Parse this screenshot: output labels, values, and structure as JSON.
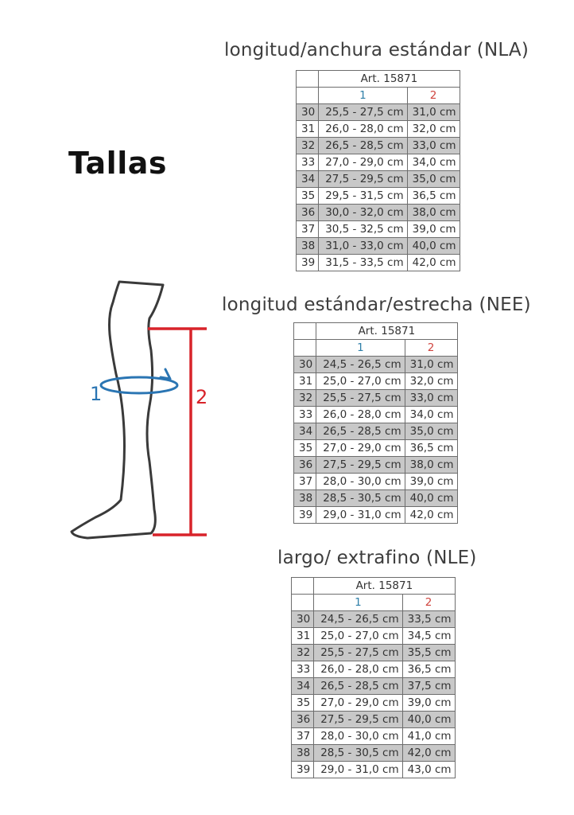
{
  "page_title": "Tallas",
  "diagram": {
    "label_1": "1",
    "label_2": "2",
    "colors": {
      "circumference": "#2a75b3",
      "length": "#d8232a",
      "outline": "#3a3a3a"
    }
  },
  "tables": [
    {
      "title": "longitud/anchura estándar (NLA)",
      "article": "Art. 15871",
      "col1_header": "1",
      "col2_header": "2",
      "rows": [
        {
          "size": "30",
          "c1": "25,5 - 27,5 cm",
          "c2": "31,0 cm"
        },
        {
          "size": "31",
          "c1": "26,0 - 28,0 cm",
          "c2": "32,0 cm"
        },
        {
          "size": "32",
          "c1": "26,5 - 28,5 cm",
          "c2": "33,0 cm"
        },
        {
          "size": "33",
          "c1": "27,0 - 29,0 cm",
          "c2": "34,0 cm"
        },
        {
          "size": "34",
          "c1": "27,5 - 29,5 cm",
          "c2": "35,0 cm"
        },
        {
          "size": "35",
          "c1": "29,5 - 31,5 cm",
          "c2": "36,5 cm"
        },
        {
          "size": "36",
          "c1": "30,0 - 32,0 cm",
          "c2": "38,0 cm"
        },
        {
          "size": "37",
          "c1": "30,5 - 32,5 cm",
          "c2": "39,0 cm"
        },
        {
          "size": "38",
          "c1": "31,0 - 33,0 cm",
          "c2": "40,0 cm"
        },
        {
          "size": "39",
          "c1": "31,5 - 33,5 cm",
          "c2": "42,0 cm"
        }
      ]
    },
    {
      "title": "longitud estándar/estrecha (NEE)",
      "article": "Art. 15871",
      "col1_header": "1",
      "col2_header": "2",
      "rows": [
        {
          "size": "30",
          "c1": "24,5 - 26,5 cm",
          "c2": "31,0 cm"
        },
        {
          "size": "31",
          "c1": "25,0 - 27,0 cm",
          "c2": "32,0 cm"
        },
        {
          "size": "32",
          "c1": "25,5 - 27,5 cm",
          "c2": "33,0 cm"
        },
        {
          "size": "33",
          "c1": "26,0 - 28,0 cm",
          "c2": "34,0 cm"
        },
        {
          "size": "34",
          "c1": "26,5 - 28,5 cm",
          "c2": "35,0 cm"
        },
        {
          "size": "35",
          "c1": "27,0 - 29,0 cm",
          "c2": "36,5 cm"
        },
        {
          "size": "36",
          "c1": "27,5 - 29,5 cm",
          "c2": "38,0 cm"
        },
        {
          "size": "37",
          "c1": "28,0 - 30,0 cm",
          "c2": "39,0 cm"
        },
        {
          "size": "38",
          "c1": "28,5 - 30,5 cm",
          "c2": "40,0 cm"
        },
        {
          "size": "39",
          "c1": "29,0 - 31,0 cm",
          "c2": "42,0 cm"
        }
      ]
    },
    {
      "title": "largo/ extrafino (NLE)",
      "article": "Art. 15871",
      "col1_header": "1",
      "col2_header": "2",
      "rows": [
        {
          "size": "30",
          "c1": "24,5 - 26,5 cm",
          "c2": "33,5 cm"
        },
        {
          "size": "31",
          "c1": "25,0 - 27,0 cm",
          "c2": "34,5 cm"
        },
        {
          "size": "32",
          "c1": "25,5 - 27,5 cm",
          "c2": "35,5 cm"
        },
        {
          "size": "33",
          "c1": "26,0 - 28,0 cm",
          "c2": "36,5 cm"
        },
        {
          "size": "34",
          "c1": "26,5 - 28,5 cm",
          "c2": "37,5 cm"
        },
        {
          "size": "35",
          "c1": "27,0 - 29,0 cm",
          "c2": "39,0 cm"
        },
        {
          "size": "36",
          "c1": "27,5 - 29,5 cm",
          "c2": "40,0 cm"
        },
        {
          "size": "37",
          "c1": "28,0 - 30,0 cm",
          "c2": "41,0 cm"
        },
        {
          "size": "38",
          "c1": "28,5 - 30,5 cm",
          "c2": "42,0 cm"
        },
        {
          "size": "39",
          "c1": "29,0 - 31,0 cm",
          "c2": "43,0 cm"
        }
      ]
    }
  ]
}
